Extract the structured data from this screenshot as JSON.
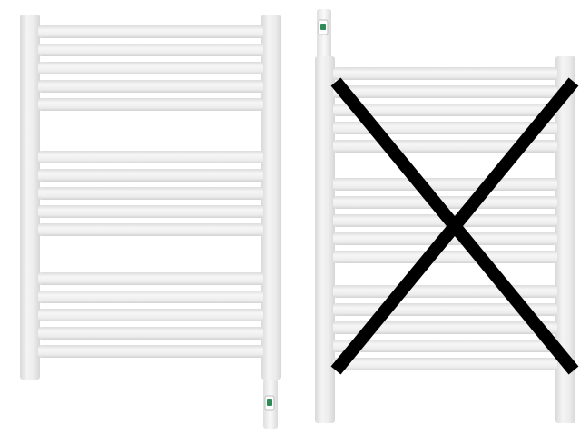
{
  "scene": {
    "background": "#ffffff",
    "rail_color": "#ebebeb",
    "rail_shadow_color": "#cfcfcf",
    "bar_color": "#eeeeee",
    "bar_highlight_color": "#f7f7f7",
    "bar_shadow_color": "#d8d8d8",
    "cross_color": "#000000",
    "indicator_color": "#2e8b57"
  },
  "radiators": [
    {
      "id": "correct-orientation",
      "element_position": "bottom-right",
      "crossed_out": false,
      "bar_groups": [
        5,
        5,
        5
      ]
    },
    {
      "id": "incorrect-orientation",
      "element_position": "top-left",
      "crossed_out": true,
      "bar_groups": [
        5,
        5,
        5
      ]
    }
  ]
}
